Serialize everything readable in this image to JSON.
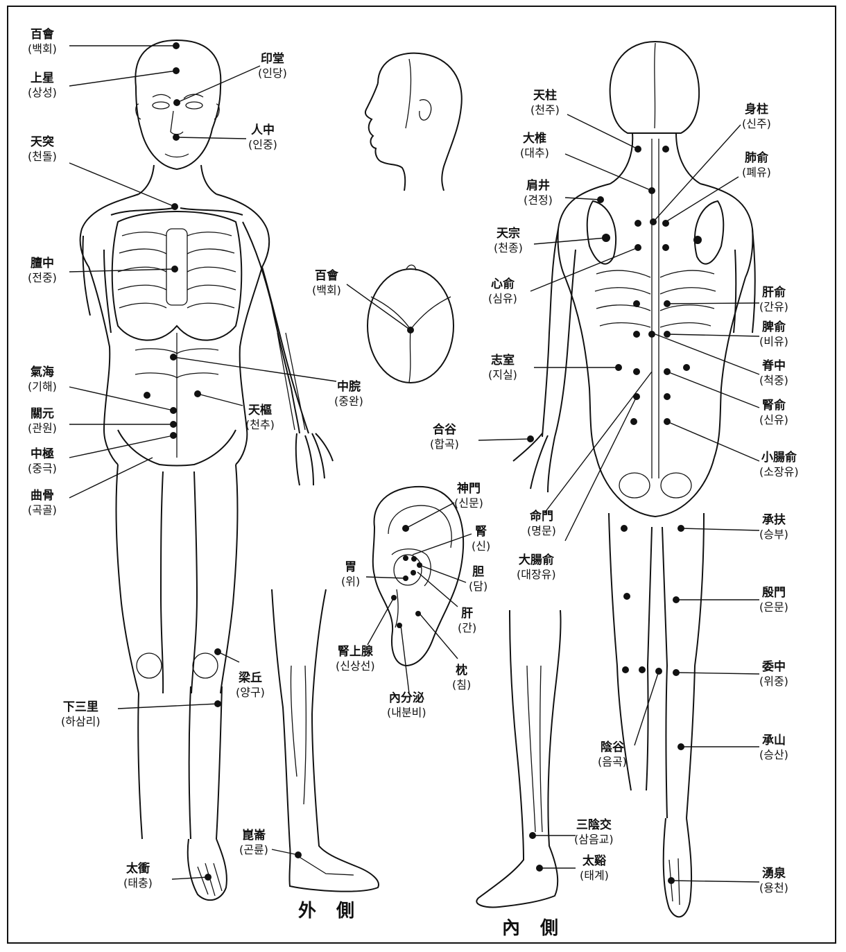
{
  "labels": {
    "baekhoe": {
      "h": "百會",
      "k": "(백회)"
    },
    "sangseong": {
      "h": "上星",
      "k": "(상성)"
    },
    "indang": {
      "h": "印堂",
      "k": "(인당)"
    },
    "injung": {
      "h": "人中",
      "k": "(인중)"
    },
    "cheondol": {
      "h": "天突",
      "k": "(천돌)"
    },
    "jeonjung": {
      "h": "膻中",
      "k": "(전중)"
    },
    "baekhoe2": {
      "h": "百會",
      "k": "(백회)"
    },
    "junggwan": {
      "h": "中脘",
      "k": "(중완)"
    },
    "gihae": {
      "h": "氣海",
      "k": "(기해)"
    },
    "gwanwon": {
      "h": "關元",
      "k": "(관원)"
    },
    "junggeuk": {
      "h": "中極",
      "k": "(중극)"
    },
    "gokgol": {
      "h": "曲骨",
      "k": "(곡골)"
    },
    "cheonchu": {
      "h": "天樞",
      "k": "(천추)"
    },
    "yanggu": {
      "h": "梁丘",
      "k": "(양구)"
    },
    "hasamni": {
      "h": "下三里",
      "k": "(하삼리)"
    },
    "gonryun": {
      "h": "崑崙",
      "k": "(곤륜)"
    },
    "taechung": {
      "h": "太衝",
      "k": "(태충)"
    },
    "cheonju": {
      "h": "天柱",
      "k": "(천주)"
    },
    "daechu": {
      "h": "大椎",
      "k": "(대추)"
    },
    "gyeonjeong": {
      "h": "肩井",
      "k": "(견정)"
    },
    "cheonjong": {
      "h": "天宗",
      "k": "(천종)"
    },
    "simyu": {
      "h": "心俞",
      "k": "(심유)"
    },
    "jisil": {
      "h": "志室",
      "k": "(지실)"
    },
    "hapgok": {
      "h": "合谷",
      "k": "(합곡)"
    },
    "sinju": {
      "h": "身柱",
      "k": "(신주)"
    },
    "pyeyu": {
      "h": "肺俞",
      "k": "(폐유)"
    },
    "ganyu": {
      "h": "肝俞",
      "k": "(간유)"
    },
    "biyu": {
      "h": "脾俞",
      "k": "(비유)"
    },
    "cheokjung": {
      "h": "脊中",
      "k": "(척중)"
    },
    "sinyu": {
      "h": "腎俞",
      "k": "(신유)"
    },
    "sojangyu": {
      "h": "小腸俞",
      "k": "(소장유)"
    },
    "myeongmun": {
      "h": "命門",
      "k": "(명문)"
    },
    "daejangyu": {
      "h": "大腸俞",
      "k": "(대장유)"
    },
    "seungbu": {
      "h": "承扶",
      "k": "(승부)"
    },
    "eunmun": {
      "h": "殷門",
      "k": "(은문)"
    },
    "wijung": {
      "h": "委中",
      "k": "(위중)"
    },
    "eumgok": {
      "h": "陰谷",
      "k": "(음곡)"
    },
    "seungsan": {
      "h": "承山",
      "k": "(승산)"
    },
    "sameumgyo": {
      "h": "三陰交",
      "k": "(삼음교)"
    },
    "taegye": {
      "h": "太谿",
      "k": "(태계)"
    },
    "yongcheon": {
      "h": "湧泉",
      "k": "(용천)"
    },
    "sinmun": {
      "h": "神門",
      "k": "(신문)"
    },
    "sin": {
      "h": "腎",
      "k": "(신)"
    },
    "wi": {
      "h": "胃",
      "k": "(위)"
    },
    "dam": {
      "h": "胆",
      "k": "(담)"
    },
    "gan": {
      "h": "肝",
      "k": "(간)"
    },
    "sinsangseon": {
      "h": "腎上腺",
      "k": "(신상선)"
    },
    "chim": {
      "h": "枕",
      "k": "(침)"
    },
    "naebunbi": {
      "h": "內分泌",
      "k": "(내분비)"
    }
  },
  "captions": {
    "outer": "外 側",
    "inner": "內 側"
  }
}
